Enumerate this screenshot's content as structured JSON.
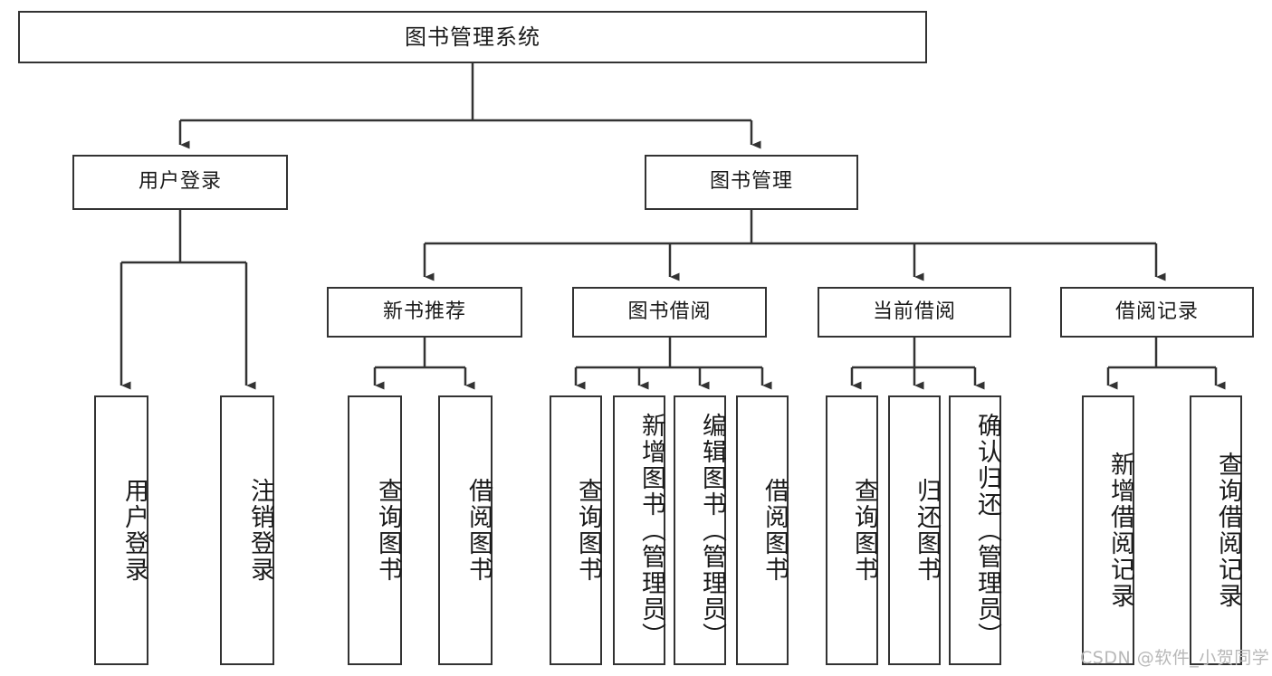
{
  "diagram": {
    "type": "tree-hierarchy-flowchart",
    "root": {
      "label": "图书管理系统"
    },
    "level2": [
      {
        "label": "用户登录"
      },
      {
        "label": "图书管理"
      }
    ],
    "level3": [
      {
        "label": "新书推荐"
      },
      {
        "label": "图书借阅"
      },
      {
        "label": "当前借阅"
      },
      {
        "label": "借阅记录"
      }
    ],
    "leaves": {
      "user_login": [
        {
          "label": "用户登录"
        },
        {
          "label": "注销登录"
        }
      ],
      "new_book_recommend": [
        {
          "label": "查询图书"
        },
        {
          "label": "借阅图书"
        }
      ],
      "book_borrow": [
        {
          "label": "查询图书"
        },
        {
          "label": "新增图书（管理员）"
        },
        {
          "label": "编辑图书（管理员）"
        },
        {
          "label": "借阅图书"
        }
      ],
      "current_borrow": [
        {
          "label": "查询图书"
        },
        {
          "label": "归还图书"
        },
        {
          "label": "确认归还（管理员）"
        }
      ],
      "borrow_record": [
        {
          "label": "新增借阅记录"
        },
        {
          "label": "查询借阅记录"
        }
      ]
    }
  },
  "watermark": {
    "text": "CSDN @软件_小贺同学"
  },
  "colors": {
    "stroke": "#333333",
    "fill": "#ffffff",
    "text": "#1a1a1a",
    "watermark": "#b8b8b8"
  }
}
